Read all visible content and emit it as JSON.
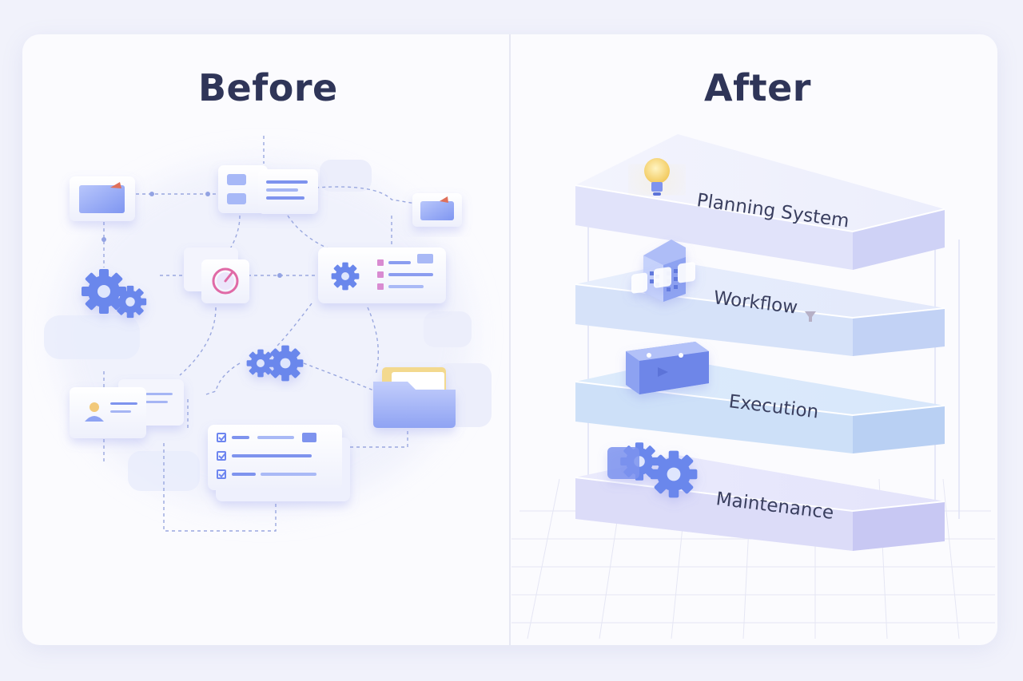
{
  "before": {
    "title": "Before"
  },
  "after": {
    "title": "After",
    "layers": [
      {
        "label": "Planning System",
        "icon": "lightbulb-icon"
      },
      {
        "label": "Workflow",
        "icon": "building-icon"
      },
      {
        "label": "Execution",
        "icon": "media-player-icon"
      },
      {
        "label": "Maintenance",
        "icon": "gears-icon"
      }
    ]
  },
  "colors": {
    "accent": "#6e86f0",
    "gear": "#6b87ec",
    "title": "#2f3558",
    "folder": "#e9c770",
    "pink": "#e06aa6"
  }
}
